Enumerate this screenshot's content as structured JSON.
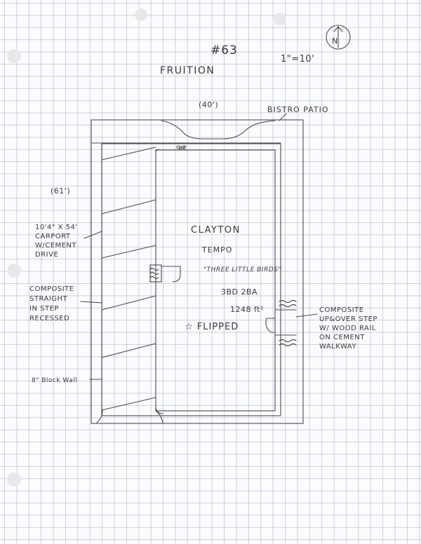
{
  "header": {
    "lot_number": "#63",
    "scale": "1\"=10'",
    "community": "FRUITION",
    "north_marker": "N"
  },
  "site": {
    "front_dimension": "(40')",
    "side_dimension": "(61')",
    "patio_label": "BISTRO PATIO",
    "ac_label": "AC",
    "wall_label": "8\" Block Wall"
  },
  "carport": {
    "lines": [
      "10'4\" X 54'",
      "CARPORT",
      "W/CEMENT",
      "DRIVE"
    ]
  },
  "home": {
    "builder": "CLAYTON",
    "model": "TEMPO",
    "model_name": "\"THREE LITTLE BIRDS\"",
    "beds_baths": "3BD 2BA",
    "sqft": "1248 ft²",
    "flipped_note": "☆ FLIPPED"
  },
  "steps": {
    "left_lines": [
      "COMPOSITE",
      "STRAIGHT",
      "IN STEP",
      "RECESSED"
    ],
    "right_lines": [
      "COMPOSITE",
      "UP&OVER STEP",
      "W/ WOOD RAIL",
      "ON CEMENT",
      "WALKWAY"
    ]
  },
  "colors": {
    "pencil": "#3a3a3a",
    "grid": "#8c9cc4"
  }
}
